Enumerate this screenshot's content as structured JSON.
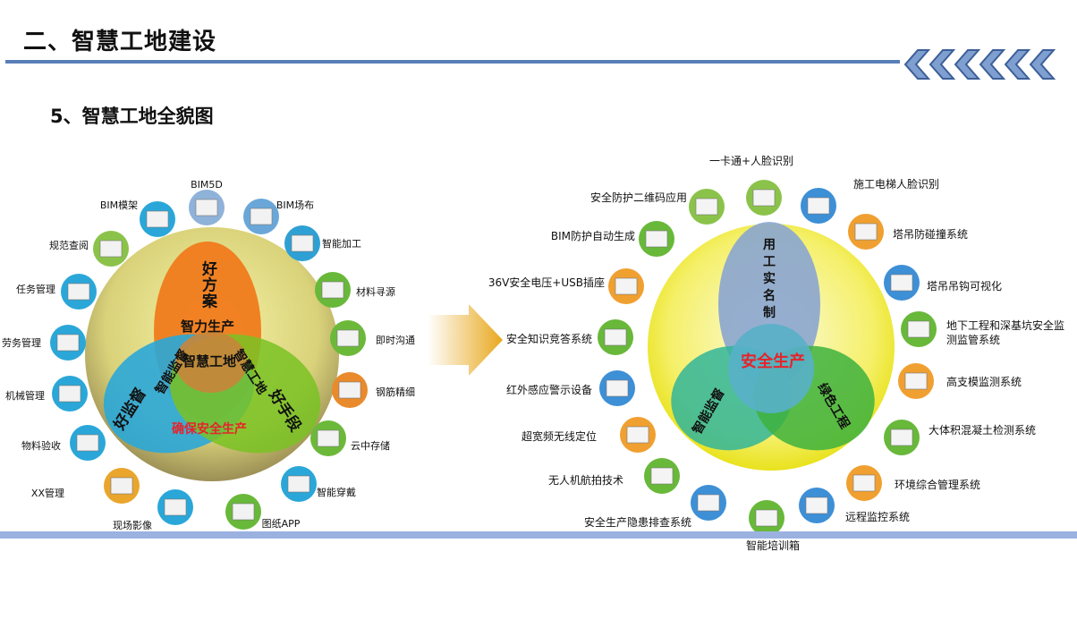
{
  "header": {
    "title": "二、智慧工地建设",
    "subtitle": "5、智慧工地全貌图"
  },
  "left_diagram": {
    "center": "智慧工地",
    "top_title": "好方案",
    "top_sub": "智力生产",
    "left_title": "好监督",
    "left_sub": "智能监督",
    "right_title": "好手段",
    "right_sub": "智慧工地",
    "bottom": "确保安全生产",
    "items": [
      "BIM5D",
      "BIM场布",
      "智能加工",
      "材料寻源",
      "即时沟通",
      "钢筋精细",
      "云中存储",
      "智能穿戴",
      "图纸APP",
      "现场影像",
      "XX管理",
      "物料验收",
      "机械管理",
      "劳务管理",
      "任务管理",
      "规范查阅",
      "BIM模架"
    ]
  },
  "right_diagram": {
    "center": "安全生产",
    "top": "用工实名制",
    "left": "智能监督",
    "right": "绿色工程",
    "items": [
      "一卡通+人脸识别",
      "施工电梯人脸识别",
      "塔吊防碰撞系统",
      "塔吊吊钩可视化",
      "地下工程和深基坑安全监测监管系统",
      "高支模监测系统",
      "大体积混凝土检测系统",
      "环境综合管理系统",
      "远程监控系统",
      "智能培训箱",
      "安全生产隐患排查系统",
      "无人机航拍技术",
      "超宽频无线定位",
      "红外感应警示设备",
      "安全知识竞答系统",
      "36V安全电压+USB插座",
      "BIM防护自动生成",
      "安全防护二维码应用"
    ]
  },
  "colors": {
    "accent": "#5a7fb8",
    "orange": "#f07b1c",
    "blue": "#2aa7d8",
    "green": "#79c223",
    "yellow": "#f3f050",
    "red": "#e8222a"
  }
}
